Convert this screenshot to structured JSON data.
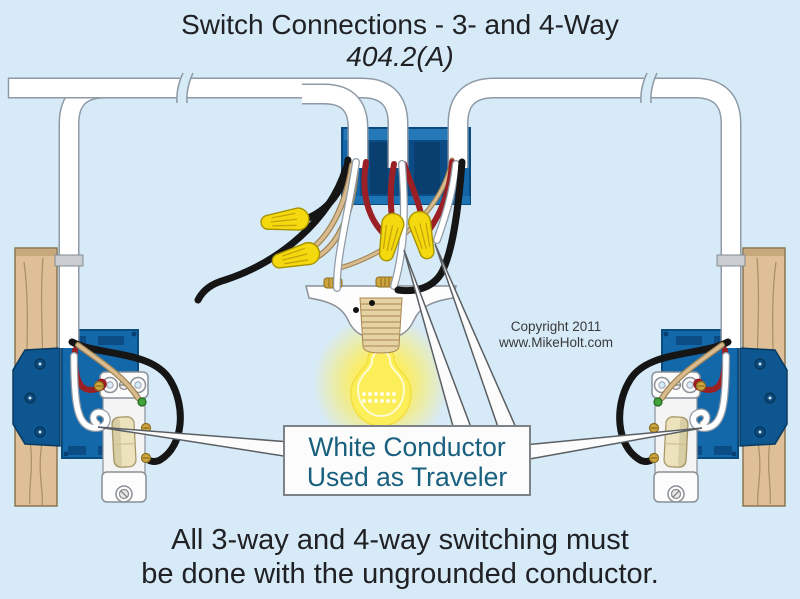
{
  "title": {
    "line1": "Switch Connections - 3- and 4-Way",
    "line2": "404.2(A)"
  },
  "copyright": {
    "line1": "Copyright 2011",
    "line2": "www.MikeHolt.com"
  },
  "callout": {
    "line1": "White Conductor",
    "line2": "Used as Traveler"
  },
  "caption": {
    "line1": "All 3-way and 4-way switching must",
    "line2": "be done with the ungrounded conductor."
  },
  "colors": {
    "background": "#d7eaf8",
    "electrical_box_blue": "#1366a8",
    "box_interior_dark": "#0b4c85",
    "bracket_blue": "#0e568f",
    "wood": "#debf97",
    "wood_grain": "#a98f62",
    "cable_white": "#ffffff",
    "cable_outline": "#8f9aa5",
    "wire_black": "#151515",
    "wire_red": "#9b2026",
    "wire_bare_copper": "#d8bb8e",
    "wire_nut_yellow": "#f5d90f",
    "bulb_glow": "#ffee55",
    "toggle_ivory": "#ece3bd",
    "brass": "#cfa53f",
    "ground_screw_green": "#42a139",
    "callout_text": "#19607f",
    "body_text": "#202124"
  }
}
